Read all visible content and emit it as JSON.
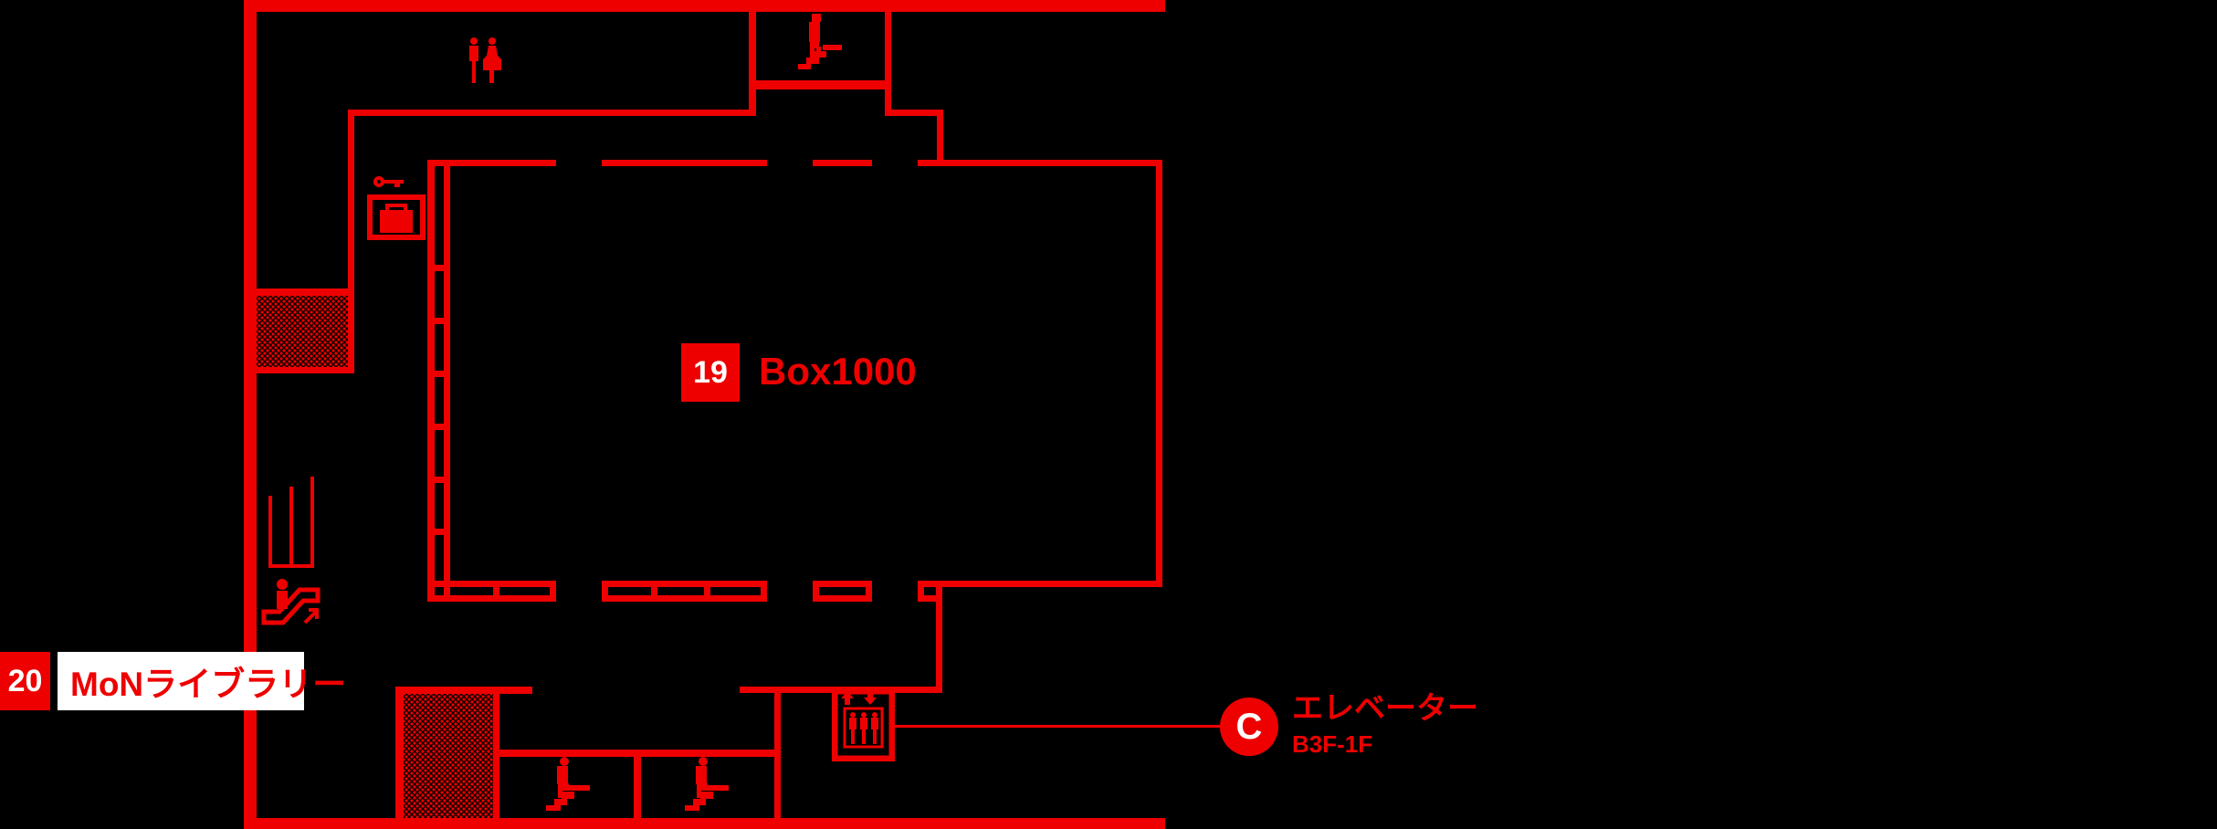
{
  "map": {
    "accent_color": "#ee0000",
    "background_color": "#000000",
    "rooms": [
      {
        "number": "19",
        "name": "Box1000"
      },
      {
        "number": "20",
        "name": "MoNライブラリー"
      }
    ],
    "facilities": [
      {
        "letter": "C",
        "name": "エレベーター",
        "floors": "B3F-1F"
      }
    ],
    "icons": [
      "restroom-icon",
      "stairs-icon",
      "locker-icon",
      "escalator-icon",
      "elevator-icon"
    ]
  }
}
